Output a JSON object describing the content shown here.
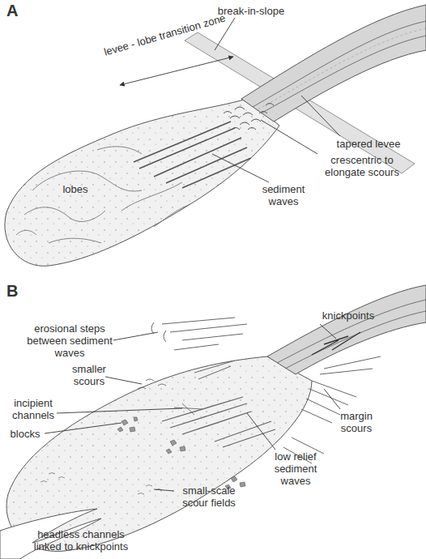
{
  "diagram": {
    "labels": [
      "A",
      "break-in-slope",
      "levee - lobe transition zone",
      "tapered levee",
      "crescentric to elongate scours",
      "sediment waves",
      "lobes",
      "B",
      "knickpoints",
      "erosional steps between sediment waves",
      "smaller scours",
      "incipient channels",
      "blocks",
      "margin scours",
      "low relief sediment waves",
      "small-scale scour fields",
      "headless channels linked to knickpoints"
    ]
  }
}
